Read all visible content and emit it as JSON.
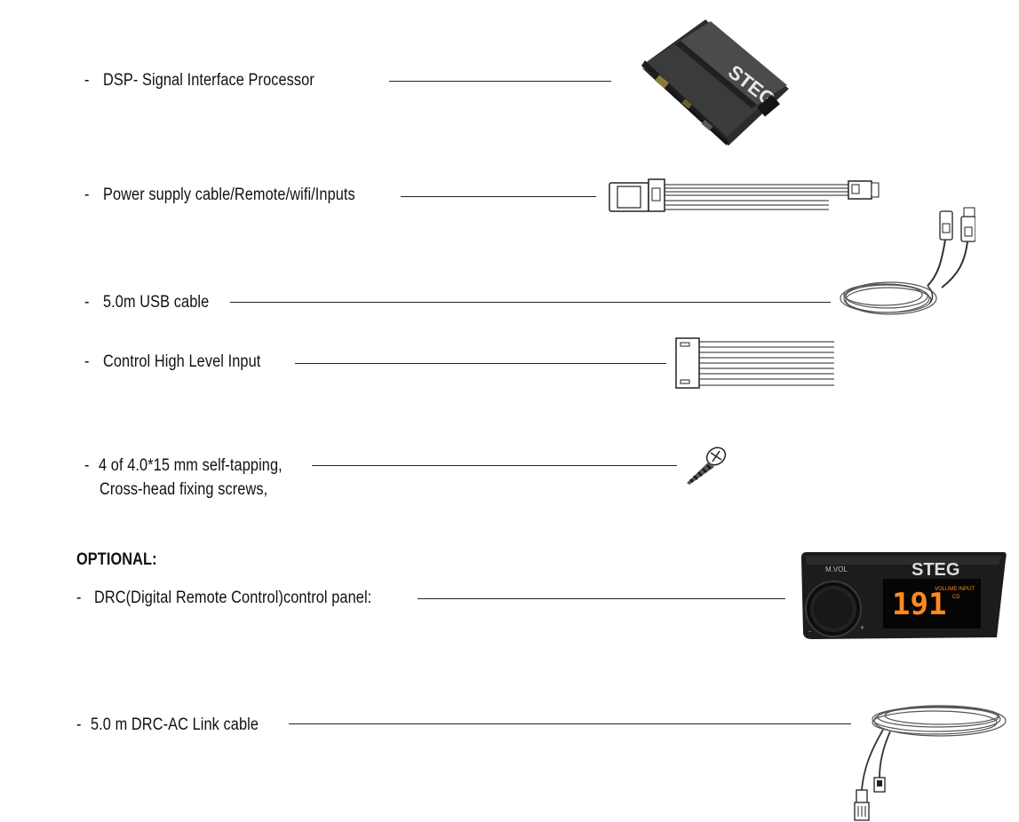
{
  "items": [
    {
      "prefix": "-",
      "text": "DSP- Signal Interface Processor",
      "image": "dsp-processor-image"
    },
    {
      "prefix": "-",
      "text": "Power supply cable/Remote/wifi/Inputs",
      "image": "power-cable-harness-image"
    },
    {
      "prefix": "-",
      "text": "5.0m USB cable",
      "image": "usb-cable-image"
    },
    {
      "prefix": "-",
      "text": "Control High Level Input",
      "image": "high-level-input-harness-image"
    },
    {
      "prefix": "-",
      "text": "4 of 4.0*15 mm self-tapping,",
      "text2": "Cross-head fixing screws,",
      "image": "screw-image"
    }
  ],
  "optional": {
    "heading": "OPTIONAL:",
    "items": [
      {
        "prefix": "-",
        "text": "DRC(Digital Remote Control)control panel:",
        "image": "drc-control-panel-image"
      },
      {
        "prefix": "-",
        "text": "5.0 m DRC-AC Link cable",
        "image": "drc-link-cable-image"
      }
    ]
  },
  "brand": {
    "logo_text": "STEG",
    "accent": "#ff8a1c"
  },
  "drc_panel": {
    "knob_label": "M.VOL",
    "display_digits": "191",
    "display_label": "VOLUME INPUT",
    "display_sub": "CD",
    "knob_minus": "-",
    "knob_plus": "+"
  }
}
